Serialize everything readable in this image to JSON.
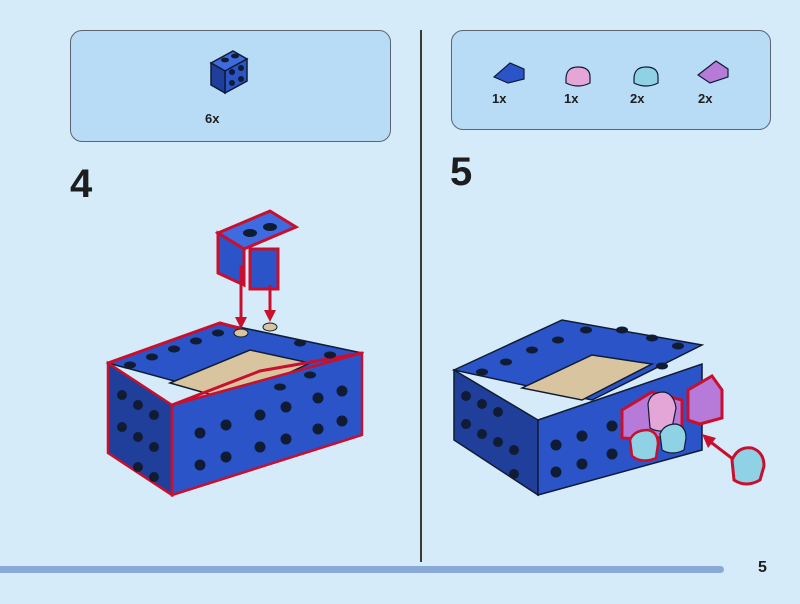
{
  "steps": [
    {
      "number": "4",
      "parts": [
        {
          "name": "blue bracket 1x2-2x2",
          "quantity": "6x"
        }
      ]
    },
    {
      "number": "5",
      "parts": [
        {
          "name": "blue slope 1x1",
          "quantity": "1x"
        },
        {
          "name": "pink round tile 1x1",
          "quantity": "1x"
        },
        {
          "name": "light-aqua round tile 1x1",
          "quantity": "2x"
        },
        {
          "name": "lavender slope 1x1",
          "quantity": "2x"
        }
      ]
    }
  ],
  "page": {
    "number": "5"
  },
  "colors": {
    "background": "#d6ebfa",
    "parts_box": "#b9dcf6",
    "brick_blue": "#2a54c8",
    "stud_black": "#0f1c33",
    "tan": "#d9c4a0",
    "highlight_red": "#c8102e",
    "pink": "#e4a6d6",
    "aqua": "#8fd2e6",
    "lavender": "#b67ad8",
    "progress": "#8aa9d9"
  }
}
